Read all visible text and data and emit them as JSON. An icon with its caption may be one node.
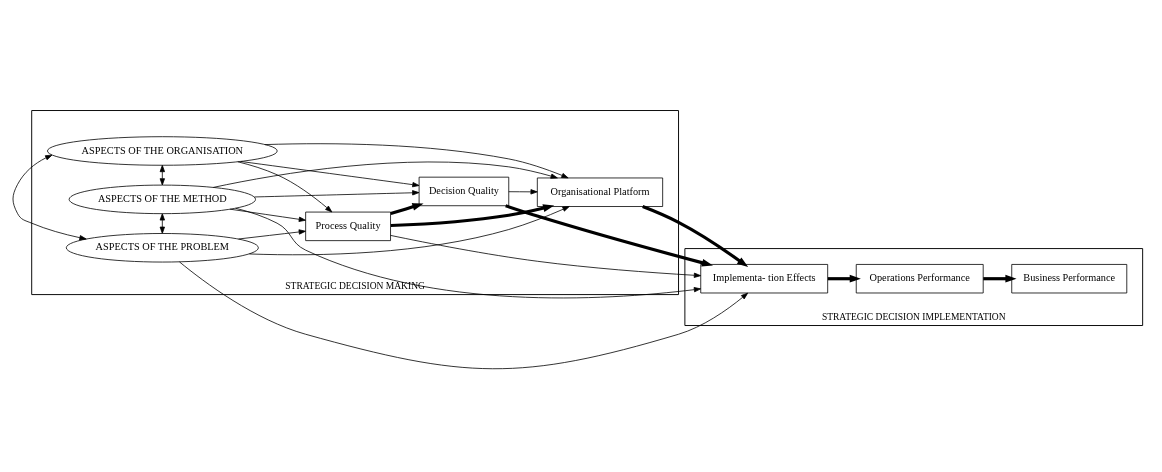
{
  "diagram": {
    "nodes": [
      {
        "text": [
          "STRATEGIC DECISION MAKING"
        ]
      },
      {
        "text": [
          "STRATEGIC DECISION IMPLEMENTATION"
        ]
      },
      {
        "text": [
          "ASPECTS OF THE PROBLEM"
        ],
        "in": 0
      },
      {
        "text": [
          "ASPECTS OF THE ORGANISATION"
        ],
        "in": 0
      },
      {
        "text": [
          "Process Quality"
        ],
        "in": 0
      },
      {
        "text": [
          "Organisational Platform"
        ],
        "in": 0
      },
      {
        "text": [
          "Decision Quality"
        ],
        "in": 0
      },
      {
        "text": [
          "ASPECTS OF THE METHOD"
        ],
        "in": 0
      },
      {
        "text": [
          "Implementa- tion Effects"
        ],
        "in": 1
      },
      {
        "text": [
          "Operations Performance"
        ],
        "in": 1
      },
      {
        "text": [
          "Business Performance"
        ],
        "in": 1
      }
    ],
    "edges": [
      {
        "from": 2,
        "to": 3,
        "arrow": "both"
      },
      {
        "from": 2,
        "to": 4,
        "arrow": "to"
      },
      {
        "from": 7,
        "to": 2,
        "arrow": "both"
      },
      {
        "from": 2,
        "to": 5,
        "arrow": "to"
      },
      {
        "from": 2,
        "to": 8,
        "arrow": "to"
      },
      {
        "from": 3,
        "to": 5,
        "arrow": "to"
      },
      {
        "from": 3,
        "to": 4,
        "arrow": "to"
      },
      {
        "from": 3,
        "to": 6,
        "arrow": "to"
      },
      {
        "from": 3,
        "to": 7,
        "arrow": "both"
      },
      {
        "from": 4,
        "to": 5,
        "arrow": "to",
        "style": "thick"
      },
      {
        "from": 4,
        "to": 6,
        "arrow": "to",
        "style": "thick"
      },
      {
        "from": 4,
        "to": 8,
        "arrow": "to"
      },
      {
        "from": 7,
        "to": 4,
        "arrow": "to"
      },
      {
        "from": 7,
        "to": 5,
        "arrow": "to"
      },
      {
        "from": 6,
        "to": 5,
        "arrow": "to"
      },
      {
        "from": 7,
        "to": 6,
        "arrow": "to"
      },
      {
        "from": 7,
        "to": 8,
        "arrow": "to"
      },
      {
        "from": 6,
        "to": 8,
        "arrow": "to",
        "style": "thick"
      },
      {
        "from": 5,
        "to": 8,
        "arrow": "to",
        "style": "thick"
      },
      {
        "from": 8,
        "to": 9,
        "arrow": "to",
        "style": "thick"
      },
      {
        "from": 9,
        "to": 10,
        "arrow": "to",
        "style": "thick"
      }
    ]
  }
}
